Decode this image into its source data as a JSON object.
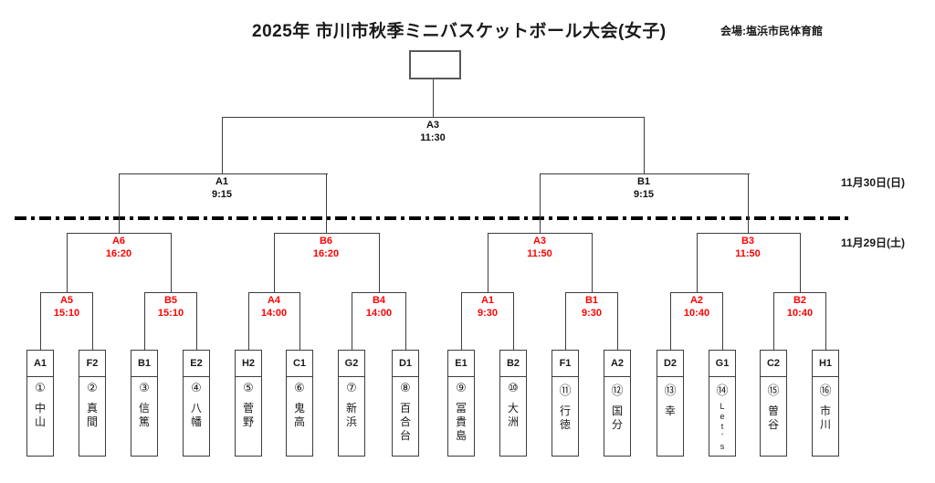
{
  "title": "2025年  市川市秋季ミニバスケットボール大会(女子)",
  "venue": "会場:塩浜市民体育館",
  "dates": {
    "day2": "11月30日(日)",
    "day1": "11月29日(土)"
  },
  "colors": {
    "round_label_red": "#ff0000",
    "label_black": "#111111",
    "line": "#3d3d3d"
  },
  "bracket": {
    "final": {
      "code": "A3",
      "time": "11:30"
    },
    "semifinals": [
      {
        "code": "A1",
        "time": "9:15"
      },
      {
        "code": "B1",
        "time": "9:15"
      }
    ],
    "quarterfinals": [
      {
        "code": "A6",
        "time": "16:20"
      },
      {
        "code": "B6",
        "time": "16:20"
      },
      {
        "code": "A3",
        "time": "11:50"
      },
      {
        "code": "B3",
        "time": "11:50"
      }
    ],
    "round1": [
      {
        "code": "A5",
        "time": "15:10"
      },
      {
        "code": "B5",
        "time": "15:10"
      },
      {
        "code": "A4",
        "time": "14:00"
      },
      {
        "code": "B4",
        "time": "14:00"
      },
      {
        "code": "A1",
        "time": "9:30"
      },
      {
        "code": "B1",
        "time": "9:30"
      },
      {
        "code": "A2",
        "time": "10:40"
      },
      {
        "code": "B2",
        "time": "10:40"
      }
    ]
  },
  "teams": [
    {
      "seed": "A1",
      "number": "①",
      "name": "中山"
    },
    {
      "seed": "F2",
      "number": "②",
      "name": "真間"
    },
    {
      "seed": "B1",
      "number": "③",
      "name": "信篤"
    },
    {
      "seed": "E2",
      "number": "④",
      "name": "八幡"
    },
    {
      "seed": "H2",
      "number": "⑤",
      "name": "菅野"
    },
    {
      "seed": "C1",
      "number": "⑥",
      "name": "鬼高"
    },
    {
      "seed": "G2",
      "number": "⑦",
      "name": "新浜"
    },
    {
      "seed": "D1",
      "number": "⑧",
      "name": "百合台"
    },
    {
      "seed": "E1",
      "number": "⑨",
      "name": "冨貴島"
    },
    {
      "seed": "B2",
      "number": "⑩",
      "name": "大洲"
    },
    {
      "seed": "F1",
      "number": "⑪",
      "name": "行徳"
    },
    {
      "seed": "A2",
      "number": "⑫",
      "name": "国分"
    },
    {
      "seed": "D2",
      "number": "⑬",
      "name": "幸"
    },
    {
      "seed": "G1",
      "number": "⑭",
      "name": "Let's"
    },
    {
      "seed": "C2",
      "number": "⑮",
      "name": "曽谷"
    },
    {
      "seed": "H1",
      "number": "⑯",
      "name": "市川"
    }
  ]
}
